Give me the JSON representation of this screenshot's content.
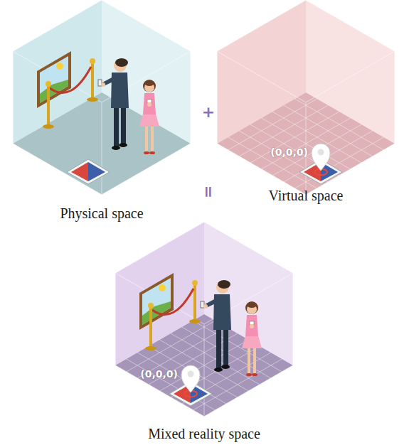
{
  "diagram": {
    "nodes": [
      {
        "text": [
          "Physical space"
        ]
      },
      {
        "text": [
          "Virtual space"
        ]
      },
      {
        "text": [
          "Mixed reality space"
        ]
      }
    ],
    "labels": [
      "+",
      "=",
      "(0,0,0)",
      "(0,0,0)"
    ]
  }
}
